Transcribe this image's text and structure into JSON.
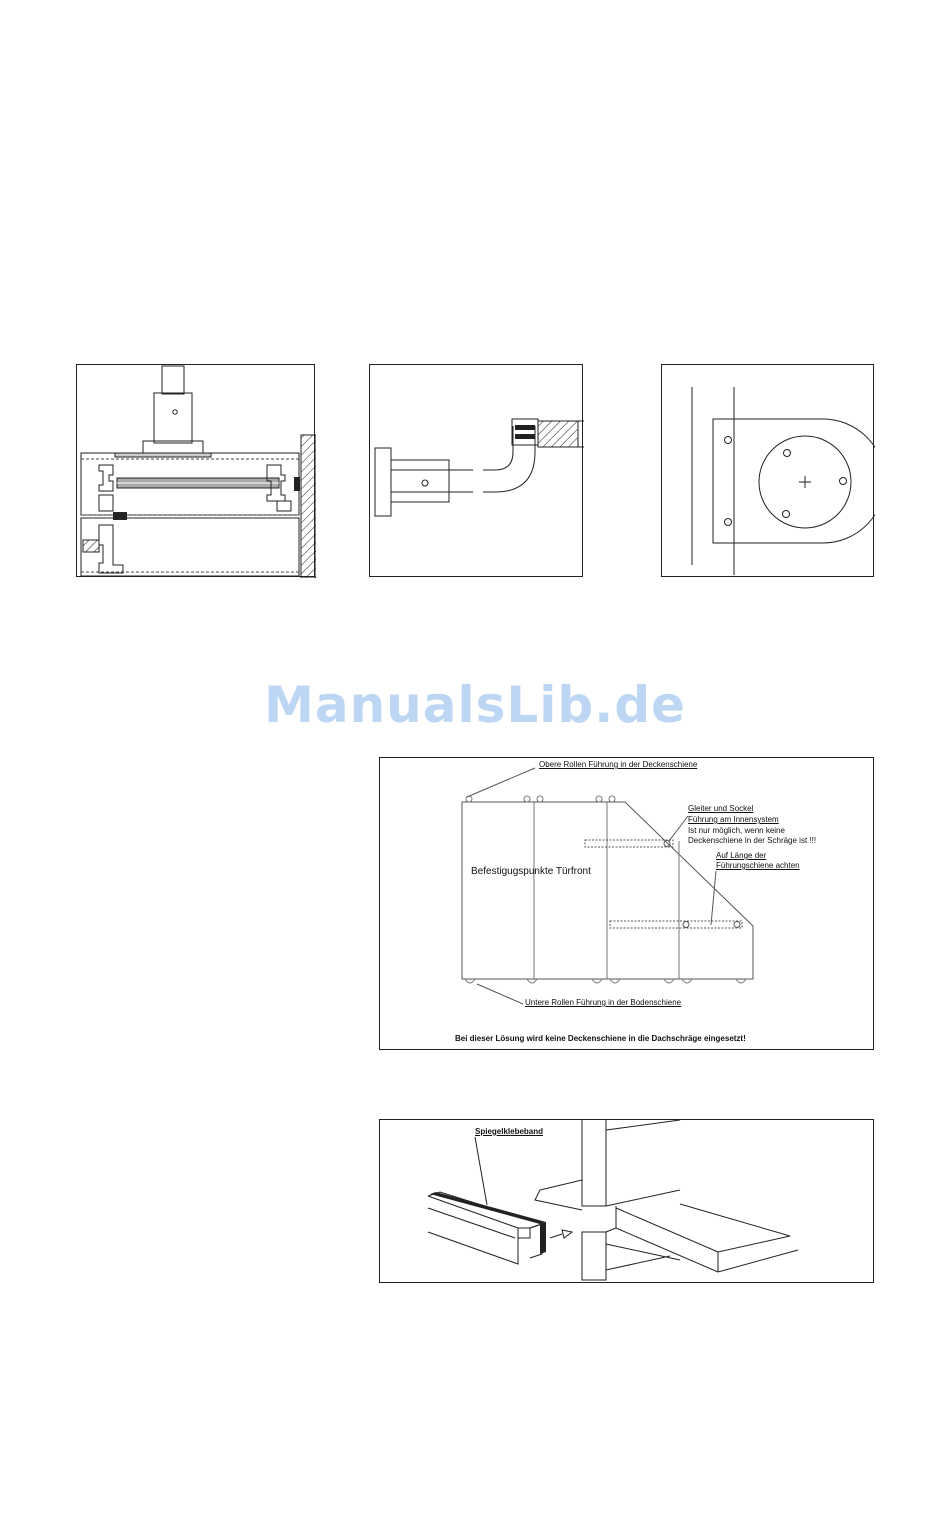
{
  "watermark": "ManualsLib.de",
  "figure_roof_slope": {
    "label_top_rollers": "Obere Rollen Führung in der Deckenschiene",
    "label_glide": "Gleiter und Sockel",
    "label_glide_2": "Führung am Innensystem",
    "label_note_1": "Ist nur möglich, wenn keine",
    "label_note_2": "Deckenschiene in der Schräge ist !!!",
    "label_length_1": "Auf Länge der",
    "label_length_2": "Führungschiene achten",
    "label_mounting_points": "Befestigugspunkte Türfront",
    "label_bottom_rollers": "Untere Rollen Führung in der Bodenschiene",
    "caption": "Bei dieser Lösung wird keine Deckenschiene in die Dachschräge eingesetzt!"
  },
  "figure_mirror_tape": {
    "label_tape": "Spiegelklebeband"
  }
}
